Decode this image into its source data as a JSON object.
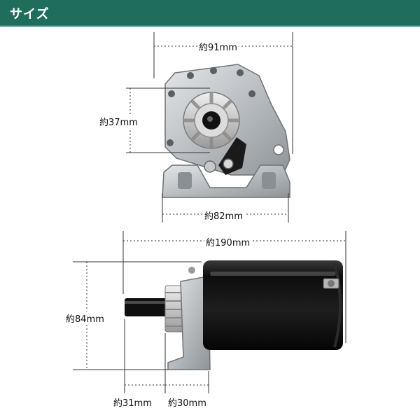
{
  "header": {
    "title": "サイズ",
    "color": "#1f6d5b"
  },
  "dimensions": {
    "top_width": "約91mm",
    "gear_height": "約37mm",
    "base_width": "約82mm",
    "total_length": "約190mm",
    "body_height": "約84mm",
    "shaft_length": "約31mm",
    "flange_length": "約30mm"
  }
}
